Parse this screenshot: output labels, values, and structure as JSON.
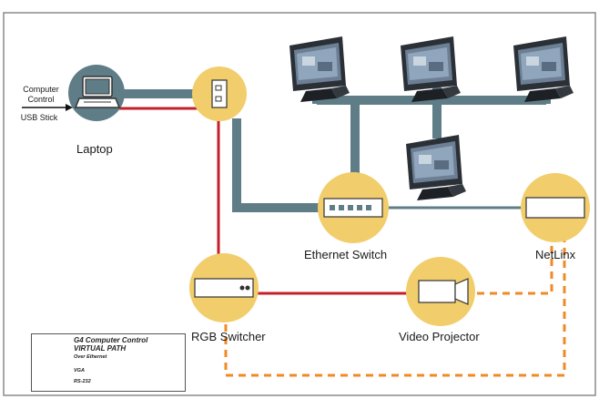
{
  "inputs": {
    "computer_control": "Computer\nControl",
    "usb_stick": "USB Stick"
  },
  "nodes": {
    "laptop": "Laptop",
    "ethernet_switch": "Ethernet Switch",
    "netlinx": "NetLinx",
    "rgb_switcher": "RGB Switcher",
    "video_projector": "Video Projector"
  },
  "legend": {
    "virtual_path": "G4 Computer Control\nVIRTUAL PATH",
    "over_ethernet": "Over Ethernet",
    "vga": "VGA",
    "rs232": "RS-232"
  },
  "colors": {
    "node_fill": "#f2cd6c",
    "ethernet": "#5f7d87",
    "vga": "#c4202a",
    "rs232": "#f08a24",
    "frame": "#777777"
  },
  "icons": [
    "laptop-icon",
    "rack-unit-icon",
    "ethernet-switch-icon",
    "netlinx-icon",
    "rgb-switcher-icon",
    "projector-icon",
    "touch-panel-icon",
    "arrow-right-icon"
  ]
}
